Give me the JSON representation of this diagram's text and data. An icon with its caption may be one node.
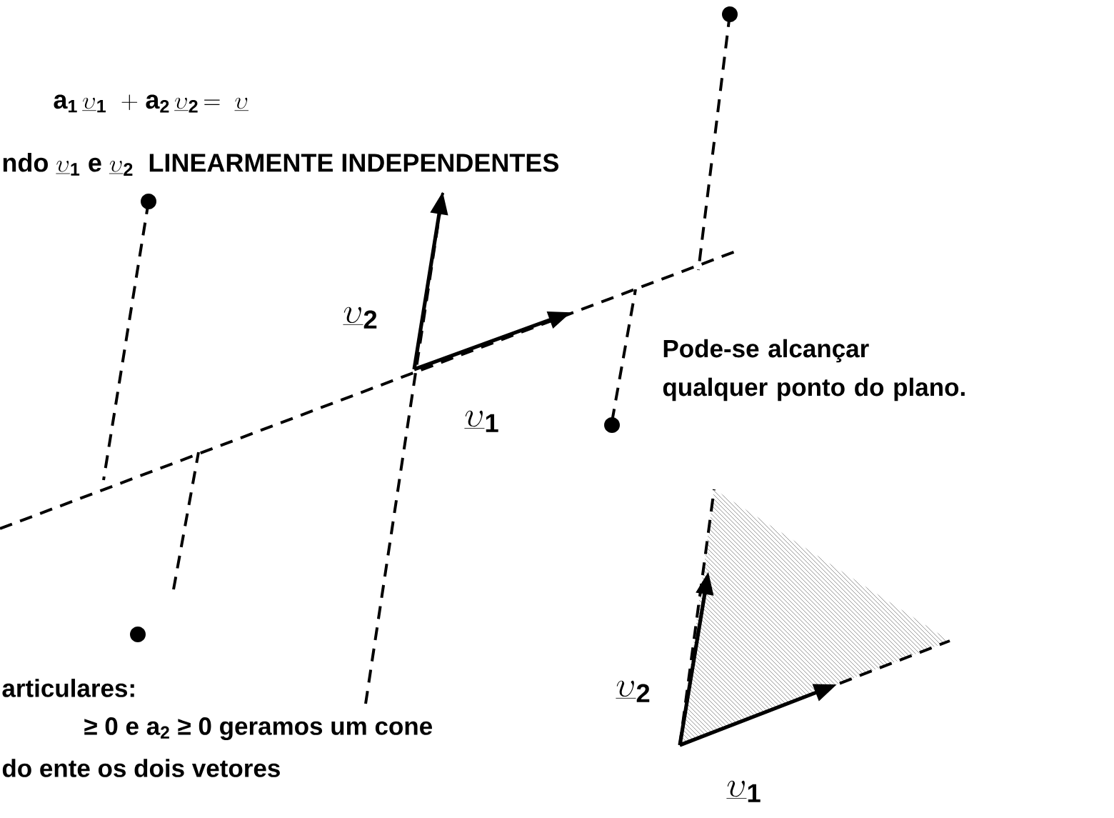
{
  "diagram": {
    "labels": [
      "\\mathbf{a}_{\\mathbf{1}}\\,\\underline{\\upsilon}_{\\mathbf{1}}\\;\\;\\mathbf{+}\\;\\mathbf{a}_{\\mathbf{2}}\\,\\underline{\\upsilon}_{\\mathbf{2}}\\,\\mathbf{=}\\;\\;\\underline{\\upsilon}",
      "\\textbf{ndo }\\underline{\\upsilon}_{\\mathbf{1}}\\textbf{ e }\\underline{\\upsilon}_{\\mathbf{2}}\\textbf{\\ \\ LINEARMENTE INDEPENDENTES}",
      "\\underline{\\upsilon}_{\\mathbf{2}}",
      "\\underline{\\upsilon}_{\\mathbf{1}}",
      "Pode-se alcançar qualquer ponto do plano.",
      "articulares:",
      "≥ 0  e a$_{2}$ ≥ 0 geramos um cone",
      "do ente os dois vetores",
      "\\underline{\\upsilon}_{\\mathbf{2}}",
      "\\underline{\\upsilon}_{\\mathbf{1}}"
    ]
  }
}
